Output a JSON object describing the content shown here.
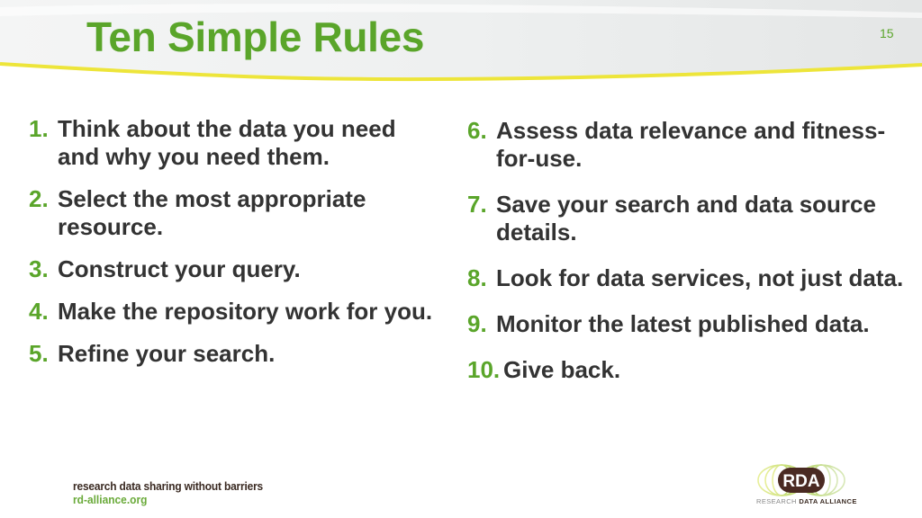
{
  "slide": {
    "title": "Ten Simple Rules",
    "page_number": "15"
  },
  "rules_left": [
    {
      "num": "1.",
      "text": "Think about the data you need and why you need them."
    },
    {
      "num": "2.",
      "text": "Select the most appropriate resource."
    },
    {
      "num": "3.",
      "text": "Construct your query."
    },
    {
      "num": "4.",
      "text": "Make the repository work for you."
    },
    {
      "num": "5.",
      "text": "Refine your search."
    }
  ],
  "rules_right": [
    {
      "num": "6.",
      "text": "Assess data relevance and fitness-for-use."
    },
    {
      "num": "7.",
      "text": "Save your search and data source details."
    },
    {
      "num": "8.",
      "text": "Look for data services, not just data."
    },
    {
      "num": "9.",
      "text": "Monitor the latest published data."
    },
    {
      "num": "10.",
      "text": "Give back."
    }
  ],
  "footer": {
    "tagline": "research data sharing without barriers",
    "url": "rd-alliance.org",
    "logo_text": "RDA",
    "logo_caption_light": "RESEARCH ",
    "logo_caption_bold": "DATA ALLIANCE"
  },
  "colors": {
    "accent_green": "#5aa52a",
    "text_dark": "#333333",
    "swoosh_yellow": "#ede53a",
    "logo_brown": "#4a2a22"
  }
}
